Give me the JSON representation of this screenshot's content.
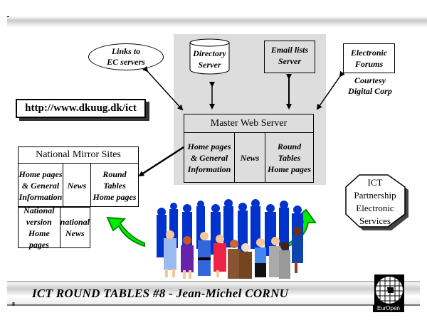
{
  "diagram": {
    "links_node": {
      "line1": "Links to",
      "line2": "EC servers"
    },
    "directory_node": {
      "line1": "Directory",
      "line2": "Server"
    },
    "email_node": {
      "line1": "Email lists",
      "line2": "Server"
    },
    "forums_node": {
      "line1": "Electronic",
      "line2": "Forums"
    },
    "courtesy": {
      "line1": "Courtesy",
      "line2": "Digital Corp"
    },
    "url": "http://www.dkuug.dk/ict",
    "master_server": {
      "title": "Master Web Server",
      "col1": [
        "Home pages",
        "& General",
        "Information"
      ],
      "col2": [
        "News"
      ],
      "col3": [
        "Round",
        "Tables",
        "Home pages"
      ]
    },
    "mirror_sites": {
      "title": "National Mirror Sites",
      "col1": [
        "Home pages",
        "& General",
        "Information"
      ],
      "col2": [
        "News"
      ],
      "col3": [
        "Round",
        "Tables",
        "Home pages"
      ]
    },
    "national_box": {
      "col1": [
        "National",
        "version",
        "Home pages"
      ],
      "col2": [
        "national",
        "News"
      ]
    },
    "ict_services": [
      "ICT",
      "Partnership",
      "Electronic",
      "Services"
    ],
    "colors": {
      "panel_gray": "#dddddd",
      "arrow_green": "#00ee00",
      "arrow_dark_green": "#008800",
      "people_blue": "#0033cc"
    }
  },
  "footer": {
    "title": "ICT ROUND TABLES #8 - Jean-Michel CORNU",
    "page_number": "8",
    "logo_text": "EurOpen"
  }
}
